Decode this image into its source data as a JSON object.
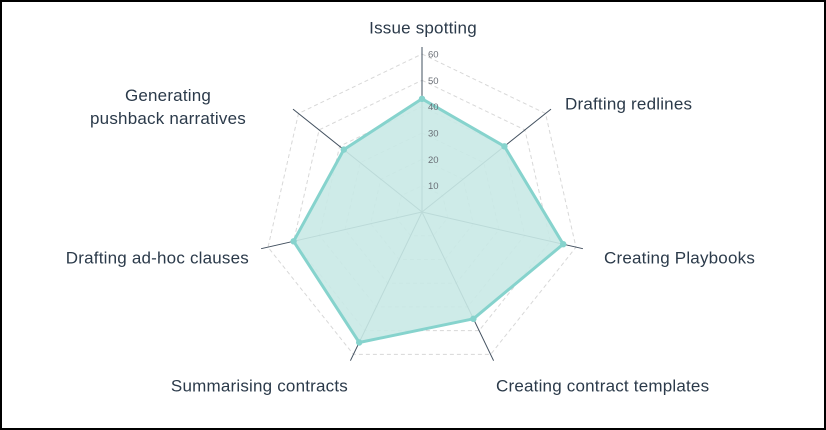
{
  "chart_data": {
    "type": "radar",
    "title": "",
    "categories": [
      "Issue spotting",
      "Drafting redlines",
      "Creating Playbooks",
      "Creating contract templates",
      "Summarising contracts",
      "Drafting ad-hoc clauses",
      "Generating\npushback narratives"
    ],
    "values": [
      43,
      40,
      55,
      45,
      55,
      50,
      38
    ],
    "ticks": [
      10,
      20,
      30,
      40,
      50,
      60
    ],
    "rmax": 60,
    "grid": "dashed concentric heptagons every 10 units",
    "legend": "none",
    "colors": {
      "fill": "#c9e9e6",
      "stroke": "#86d3cd",
      "axis_line": "#42505f",
      "grid_line": "#d8d8d8",
      "label_text": "#2b3a4a",
      "tick_text": "#6a6f76"
    }
  }
}
